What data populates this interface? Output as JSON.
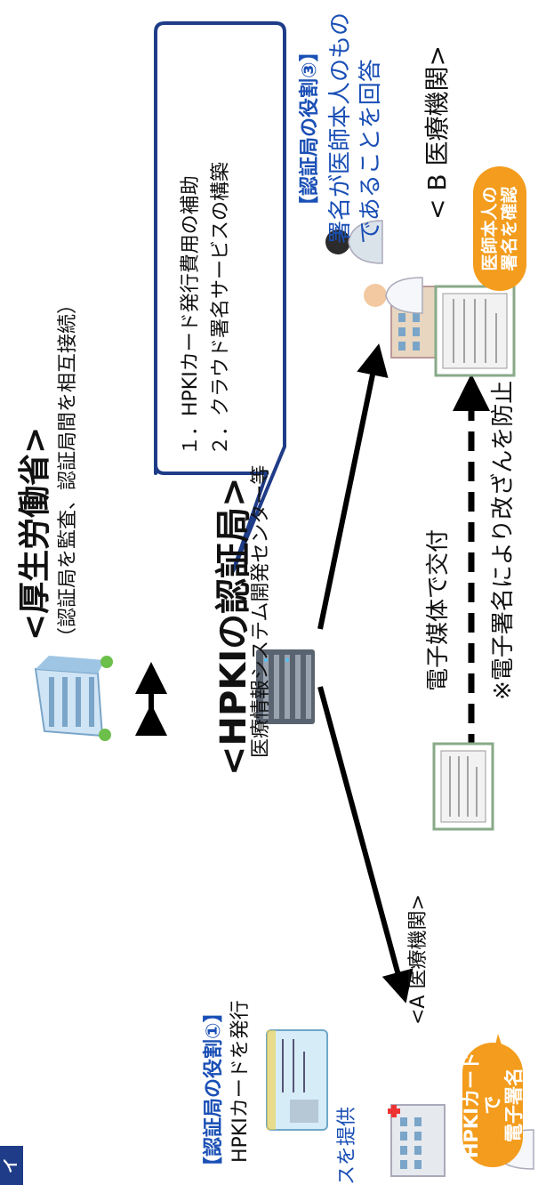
{
  "mhlw": {
    "title": "<厚生労働省>",
    "subtitle": "（認証局を監査、認証局間を相互接続）"
  },
  "hpki_ca": {
    "title": "<HPKIの認証局>",
    "subtitle": "医療情報システム開発センター等"
  },
  "callout": {
    "items": [
      "１．HPKIカード発行費用の補助",
      "２．クラウド署名サービスの構築"
    ]
  },
  "role1": {
    "title": "【認証局の役割①】",
    "text": "HPKIカードを発行"
  },
  "role3": {
    "title": "【認証局の役割③】",
    "line1": "署名が医師本人のもの",
    "line2": "であることを回答"
  },
  "hospital_a": {
    "label": "<A 医療機関>"
  },
  "hospital_b": {
    "label": "< B 医療機関>"
  },
  "bubble_a": {
    "line1": "HPKIカードで",
    "line2": "電子署名"
  },
  "bubble_b": {
    "line1": "医師本人の",
    "line2": "署名を確認"
  },
  "transfer": {
    "label": "電子媒体で交付",
    "note": "※電子署名により改ざんを防止"
  },
  "left_edge": {
    "blue_text": "スを提供",
    "dark_text": "イ"
  },
  "colors": {
    "accent_blue": "#1a4fb5",
    "bubble_orange": "#f39c1d",
    "callout_border": "#1f3c88",
    "arrow": "#000000"
  }
}
